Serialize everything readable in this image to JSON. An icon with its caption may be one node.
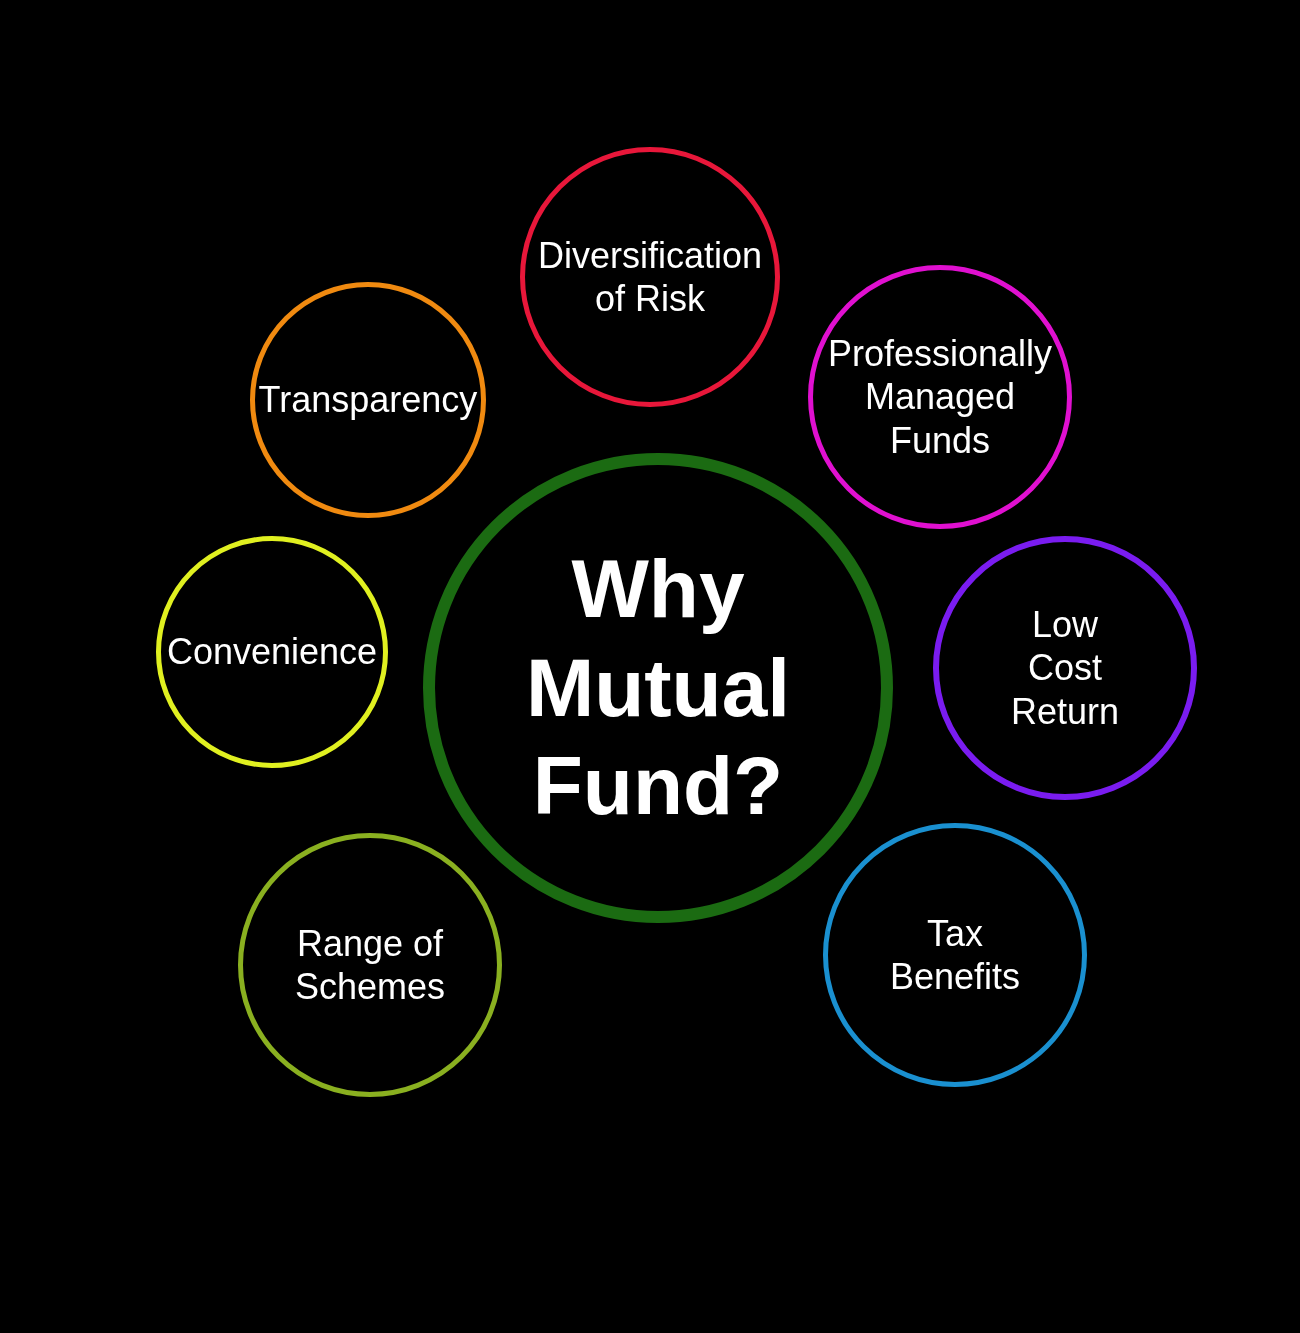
{
  "diagram": {
    "nodes": [
      {
        "text": [
          "Why Mutual Fund?"
        ]
      },
      {
        "text": [
          "Diversification of Risk"
        ]
      },
      {
        "text": [
          "Professionally Managed Funds"
        ]
      },
      {
        "text": [
          "Low Cost Return"
        ]
      },
      {
        "text": [
          "Tax Benefits"
        ]
      },
      {
        "text": [
          "Range of Schemes"
        ]
      },
      {
        "text": [
          "Convenience"
        ]
      },
      {
        "text": [
          "Transparency"
        ]
      }
    ],
    "edges": []
  }
}
